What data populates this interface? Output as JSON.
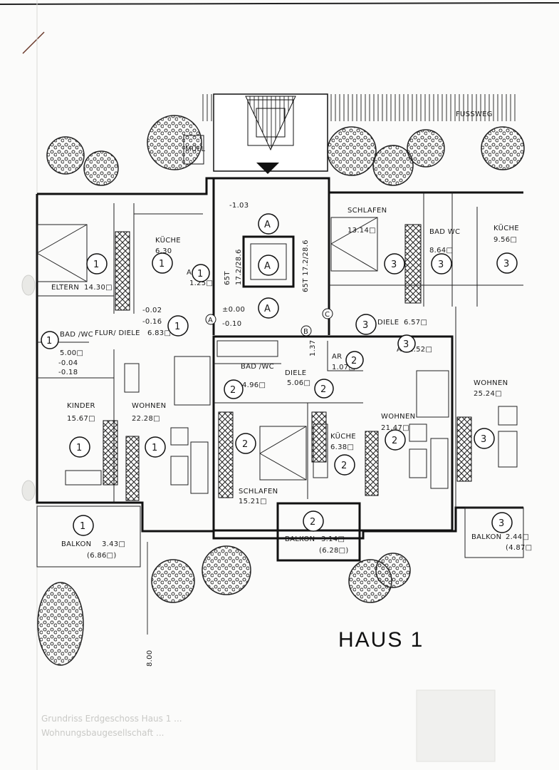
{
  "plan": {
    "title": "HAUS 1",
    "footpath": "FUSSWEG",
    "bin": "MÜLL",
    "dimension": "8.00",
    "rooms": [
      {
        "id": "eltern",
        "name": "ELTERN",
        "area": "14.30□"
      },
      {
        "id": "kueche1",
        "name": "KÜCHE",
        "area": "6.30"
      },
      {
        "id": "ar1",
        "name": "AR",
        "area": "1.25□"
      },
      {
        "id": "flur1",
        "name": "FLUR/ DIELE",
        "area": "6.83□"
      },
      {
        "id": "bad1",
        "name": "BAD /WC",
        "area": "5.00□"
      },
      {
        "id": "kinder1",
        "name": "KINDER",
        "area": "15.67□"
      },
      {
        "id": "wohnen1",
        "name": "WOHNEN",
        "area": "22.28□"
      },
      {
        "id": "balkon1",
        "name": "BALKON",
        "area": "3.43□",
        "area2": "(6.86□)"
      },
      {
        "id": "schlafen3",
        "name": "SCHLAFEN",
        "area": "13.14□"
      },
      {
        "id": "bad3",
        "name": "BAD WC",
        "area": "8.64□"
      },
      {
        "id": "kueche3",
        "name": "KÜCHE",
        "area": "9.56□"
      },
      {
        "id": "diele3",
        "name": "DIELE",
        "area": "6.57□"
      },
      {
        "id": "ar3",
        "name": "AR",
        "area": "1.52□"
      },
      {
        "id": "wohnen3",
        "name": "WOHNEN",
        "area": "25.24□"
      },
      {
        "id": "balkon3",
        "name": "BALKON",
        "area": "2.44□",
        "area2": "(4.87□"
      },
      {
        "id": "bad2",
        "name": "BAD /WC",
        "area": "4.96□"
      },
      {
        "id": "diele2",
        "name": "DIELE",
        "area": "5.06□"
      },
      {
        "id": "ar2",
        "name": "AR",
        "area": "1.07□"
      },
      {
        "id": "wohnen2",
        "name": "WOHNEN",
        "area": "21.47□"
      },
      {
        "id": "kueche2",
        "name": "KÜCHE",
        "area": "6.38□"
      },
      {
        "id": "schlafen2",
        "name": "SCHLAFEN",
        "area": "15.21□"
      },
      {
        "id": "balkon2",
        "name": "BALKON",
        "area": "3.14□",
        "area2": "(6.28□)"
      }
    ],
    "levels": [
      "-1.03",
      "±0.00",
      "-0.10",
      "-0.02",
      "-0.16",
      "-0.04",
      "-0.18"
    ],
    "stair_labels": [
      "A",
      "A",
      "A",
      "A",
      "B",
      "C"
    ],
    "unit_numbers": [
      "1",
      "2",
      "3"
    ],
    "stair_notes": [
      "17.2/28.6",
      "65T",
      "65T 17.2/28.6",
      "1.37"
    ]
  },
  "faint_text": [
    "Grundriss Erdgeschoss Haus 1 ...",
    "Wohnungsbaugesellschaft ..."
  ]
}
